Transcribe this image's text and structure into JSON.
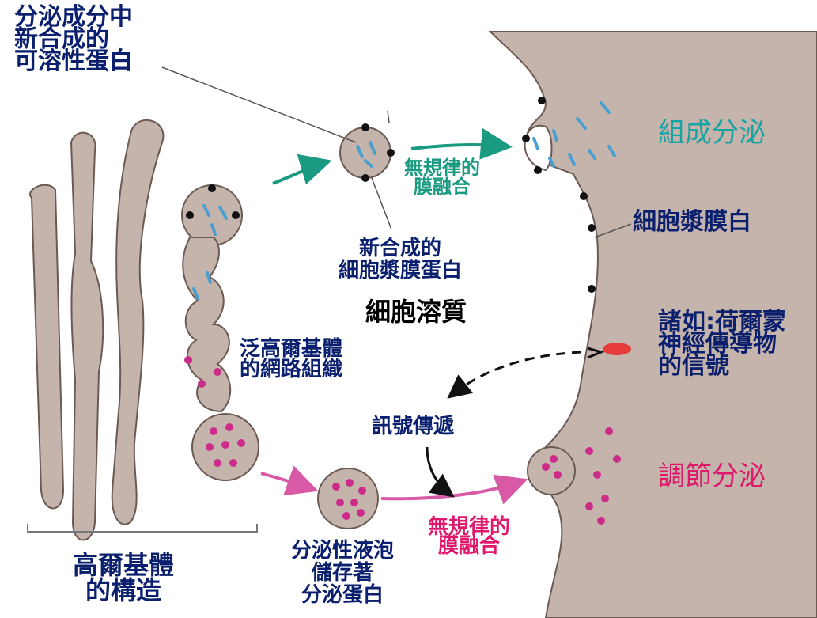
{
  "labels": {
    "newly_synth_soluble": "分泌成分中\n新合成的\n可溶性蛋白",
    "constitutive_secretion": "組成分泌",
    "random_fusion_top": "無規律的\n膜融合",
    "plasma_membrane_protein": "細胞漿膜白",
    "new_membrane_protein": "新合成的\n細胞漿膜蛋白",
    "cytosol": "細胞溶質",
    "signal_example": "諸如:荷爾蒙\n神經傳導物\n的信號",
    "trans_golgi_network": "泛高爾基體\n的網路組織",
    "signal_transduction": "訊號傳遞",
    "regulated_secretion": "調節分泌",
    "random_fusion_bottom": "無規律的\n膜融合",
    "secretory_vesicle": "分泌性液泡\n儲存著\n分泌蛋白",
    "golgi_structure": "高爾基體\n的構造"
  },
  "colors": {
    "membrane_fill": "#c4b4ab",
    "membrane_stroke": "#6b5a52",
    "soluble_protein": "#4a9fd0",
    "membrane_protein": "#111111",
    "secretory_granule": "#cc2b8a",
    "constitutive_arrow": "#1a9a80",
    "regulated_arrow": "#d85aa6",
    "signal_molecule": "#e53b3b"
  }
}
